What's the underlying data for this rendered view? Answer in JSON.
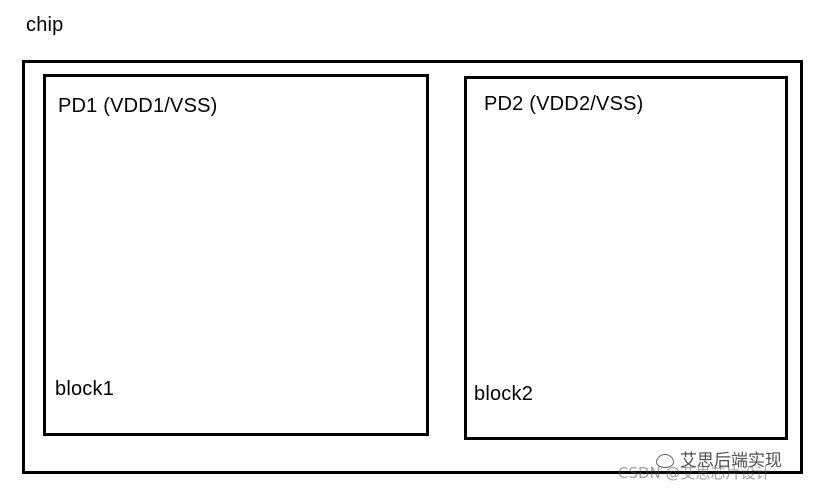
{
  "chip": {
    "label": "chip"
  },
  "pd1": {
    "title": "PD1 (VDD1/VSS)",
    "block": "block1"
  },
  "pd2": {
    "title": "PD2 (VDD2/VSS)",
    "block": "block2"
  },
  "watermark": {
    "line1": "艾思后端实现",
    "line2": "CSDN @艾思芯片设计",
    "icon": "wechat-icon"
  },
  "colors": {
    "border": "#000000",
    "background": "#ffffff"
  }
}
